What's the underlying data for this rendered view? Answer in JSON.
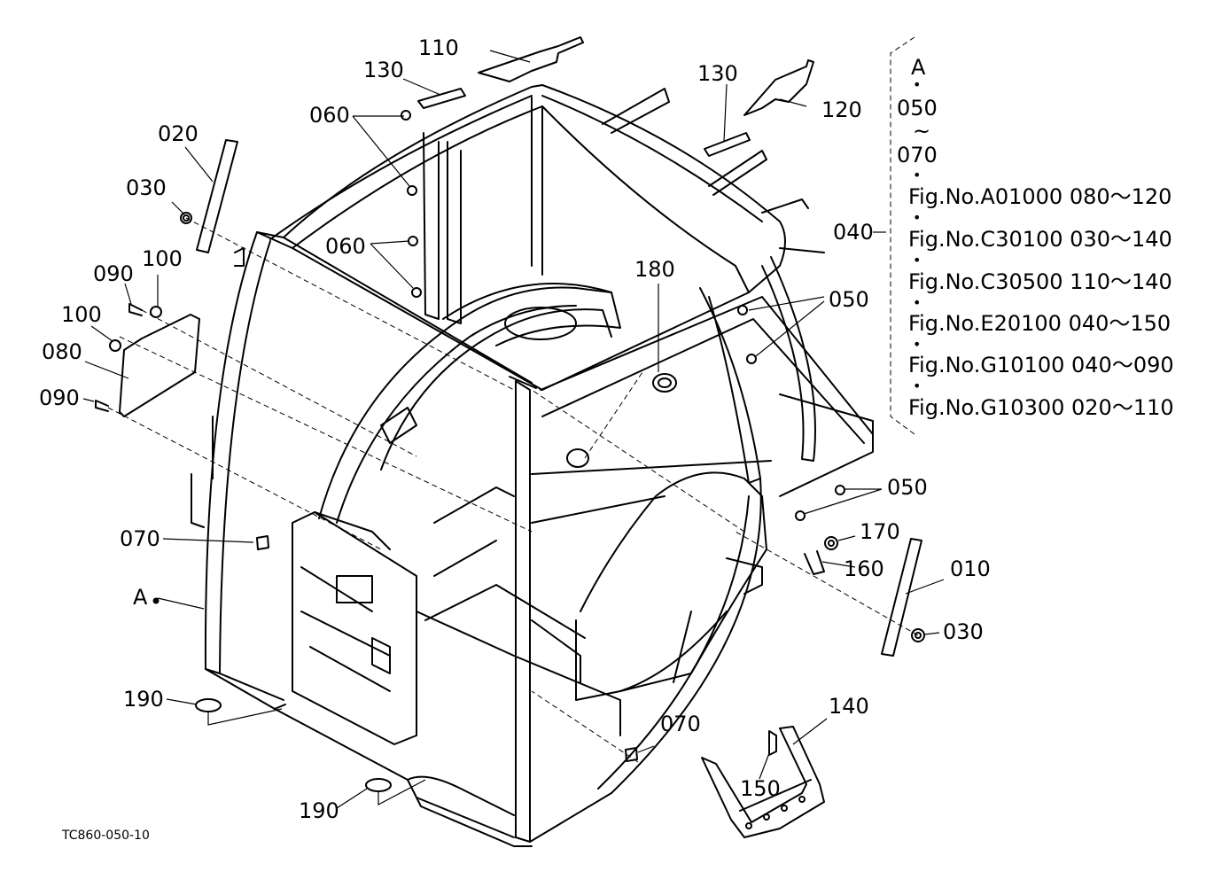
{
  "drawing_code": "TC860-050-10",
  "part_labels": {
    "p010": "010",
    "p020": "020",
    "p030a": "030",
    "p030b": "030",
    "p040": "040",
    "p050a": "050",
    "p050b": "050",
    "p060a": "060",
    "p060b": "060",
    "p070a": "070",
    "p070b": "070",
    "p080": "080",
    "p090a": "090",
    "p090b": "090",
    "p100a": "100",
    "p100b": "100",
    "p110": "110",
    "p120": "120",
    "p130a": "130",
    "p130b": "130",
    "p140": "140",
    "p150": "150",
    "p160": "160",
    "p170": "170",
    "p180": "180",
    "p190a": "190",
    "p190b": "190",
    "pointA": "A"
  },
  "reference_box": {
    "header": "A",
    "range_from": "050",
    "range_tilde": "~",
    "range_to": "070",
    "refs": [
      "Fig.No.A01000  080～120",
      "Fig.No.C30100  030～140",
      "Fig.No.C30500  110～140",
      "Fig.No.E20100  040～150",
      "Fig.No.G10100  040～090",
      "Fig.No.G10300  020～110"
    ]
  }
}
